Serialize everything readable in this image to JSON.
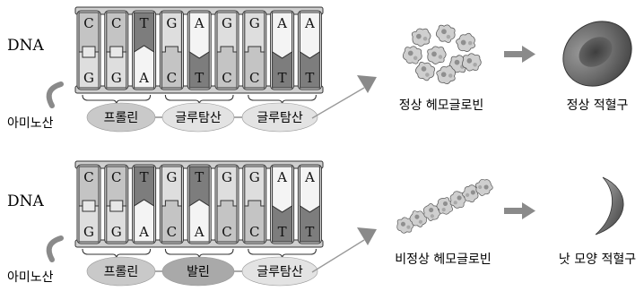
{
  "top": {
    "dna_label": "DNA",
    "amino_label": "아미노산",
    "upper_bases": [
      "C",
      "C",
      "T",
      "G",
      "A",
      "G",
      "G",
      "A",
      "A"
    ],
    "lower_bases": [
      "G",
      "G",
      "A",
      "C",
      "T",
      "C",
      "C",
      "T",
      "T"
    ],
    "amino_acids": [
      {
        "name": "프롤린",
        "shade": "#c9c9c9"
      },
      {
        "name": "글루탐산",
        "shade": "#e3e3e3"
      },
      {
        "name": "글루탐산",
        "shade": "#e3e3e3"
      }
    ],
    "hemoglobin_label": "정상 헤모글로빈",
    "cell_label": "정상 적혈구"
  },
  "bottom": {
    "dna_label": "DNA",
    "amino_label": "아미노산",
    "upper_bases": [
      "C",
      "C",
      "T",
      "G",
      "T",
      "G",
      "G",
      "A",
      "A"
    ],
    "lower_bases": [
      "G",
      "G",
      "A",
      "C",
      "A",
      "C",
      "C",
      "T",
      "T"
    ],
    "amino_acids": [
      {
        "name": "프롤린",
        "shade": "#c9c9c9"
      },
      {
        "name": "발린",
        "shade": "#a9a9a9"
      },
      {
        "name": "글루탐산",
        "shade": "#e3e3e3"
      }
    ],
    "hemoglobin_label": "비정상 헤모글로빈",
    "cell_label": "낫 모양 적혈구"
  },
  "colors": {
    "C_fill": "#c4c4c4",
    "G_fill": "#dedede",
    "T_fill": "#7d7d7d",
    "A_fill": "#f4f4f4",
    "outline": "#333333",
    "arrow": "#8a8a8a"
  }
}
